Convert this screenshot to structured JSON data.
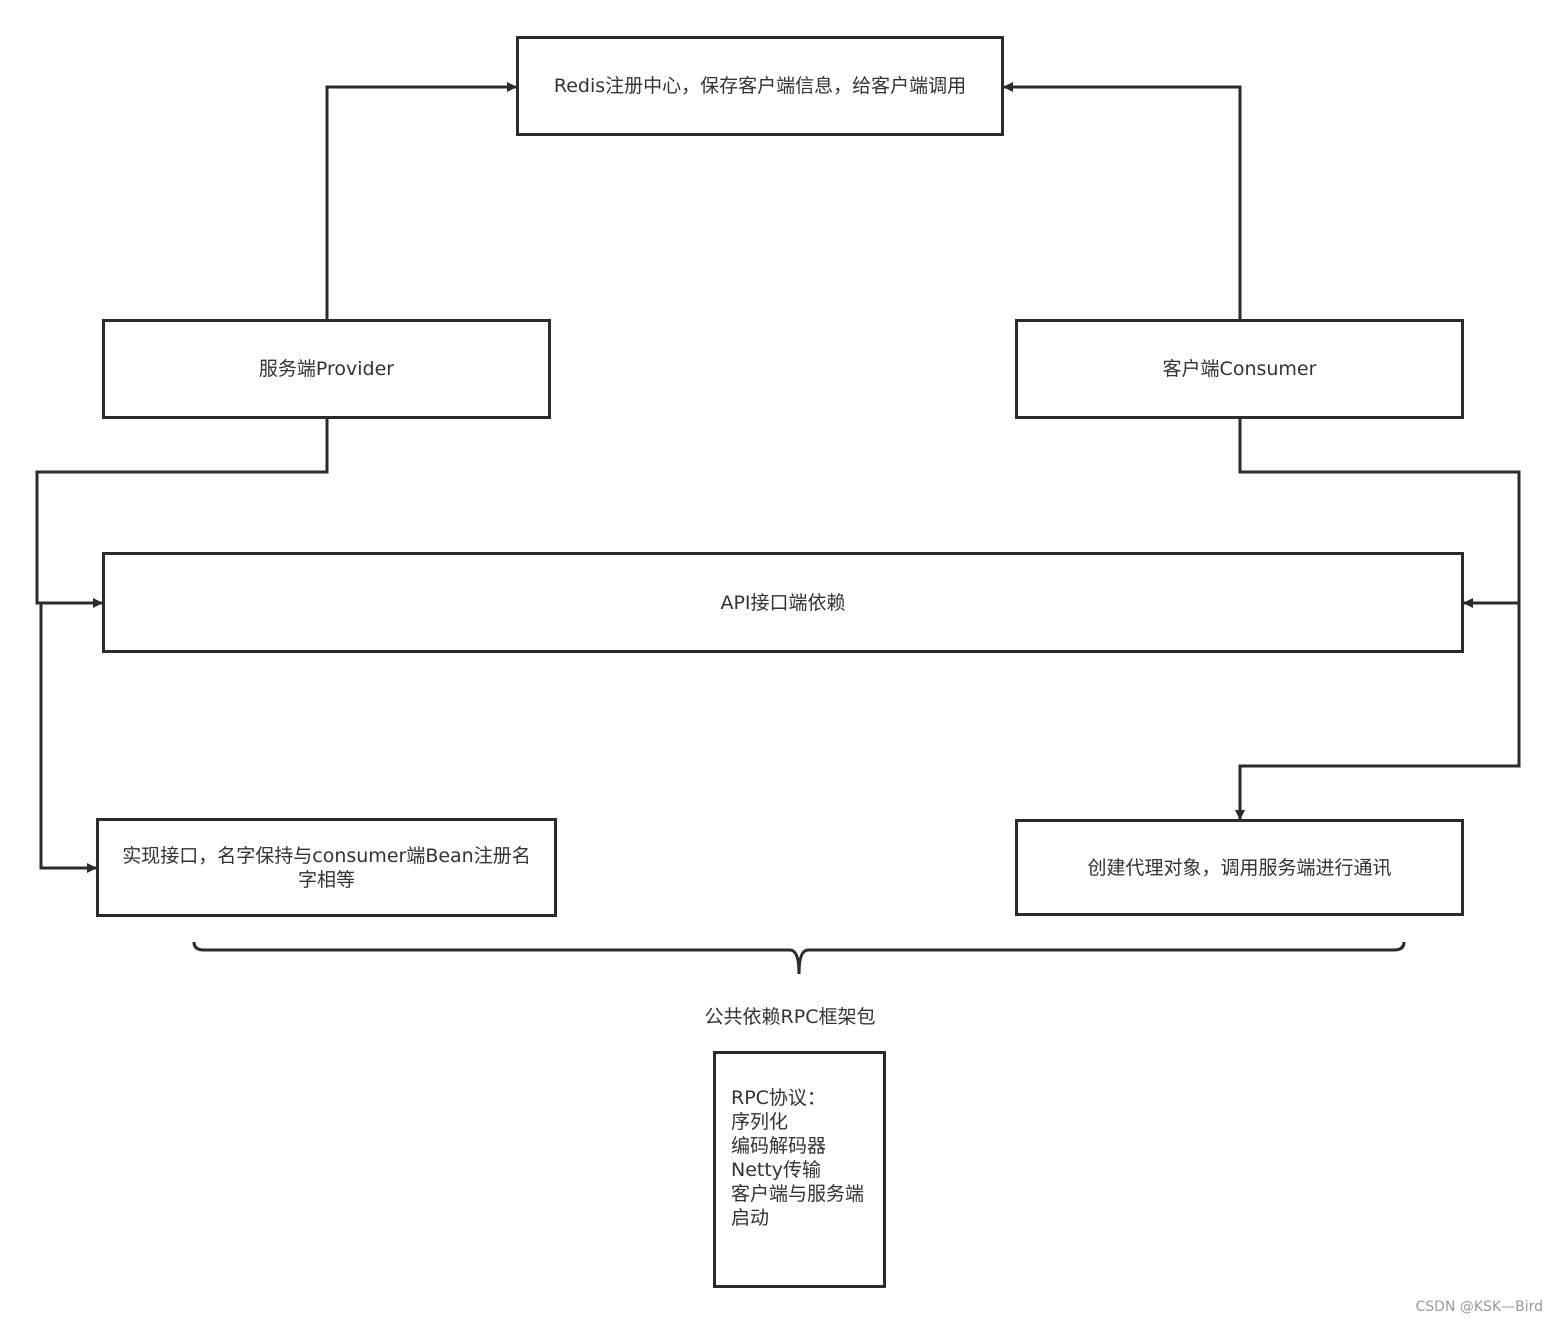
{
  "diagram": {
    "redis": "Redis注册中心，保存客户端信息，给客户端调用",
    "provider": "服务端Provider",
    "consumer": "客户端Consumer",
    "api": "API接口端依赖",
    "impl_line1": "实现接口，名字保持与consumer端Bean注册名",
    "impl_line2": "字相等",
    "proxy": "创建代理对象，调用服务端进行通讯",
    "brace_label": "公共依赖RPC框架包",
    "protocol": {
      "lines": [
        "RPC协议：",
        "序列化",
        "编码解码器",
        "Netty传输",
        "客户端与服务端",
        "启动"
      ]
    }
  },
  "watermark": "CSDN @KSK—Bird",
  "colors": {
    "line": "#2b2b2b",
    "text": "#333333",
    "watermark": "#9a9a9a"
  }
}
